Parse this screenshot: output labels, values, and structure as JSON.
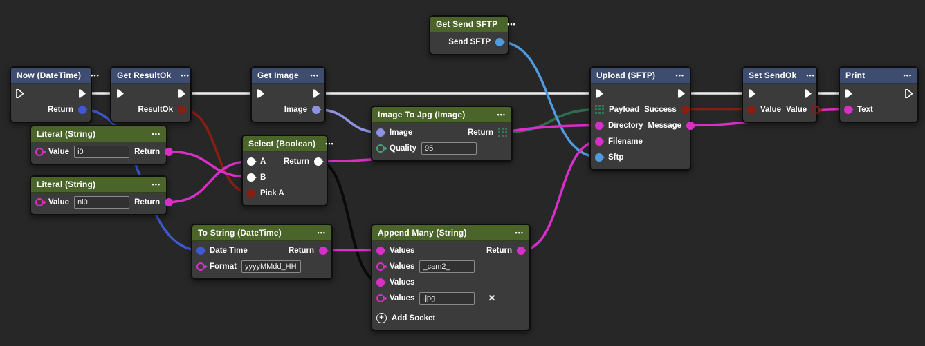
{
  "icons": {
    "menu": "•••",
    "delete": "✕",
    "add": "+"
  },
  "palette": {
    "canvas_bg": "#272727",
    "node_body": "#3b3b3b",
    "header_exec": "#3e4d6f",
    "header_pure": "#4a6429",
    "exec_wire": "#efefef",
    "datetime_blue": "#3f58d4",
    "sftp_sky_blue": "#4f9ce0",
    "image_lavender": "#8f92e2",
    "string_magenta": "#d92fc9",
    "boolean_dark_red": "#8c1d12",
    "object_white": "#ffffff",
    "number_green": "#46a37c",
    "bytes_grid_green": "#2d7a55",
    "object_wire_black": "#0a0a0a"
  },
  "nodes": {
    "now": {
      "title": "Now (DateTime)",
      "outputs": {
        "return": "Return"
      }
    },
    "get_resultok": {
      "title": "Get ResultOk",
      "outputs": {
        "resultok": "ResultOk"
      }
    },
    "get_image": {
      "title": "Get Image",
      "outputs": {
        "image": "Image"
      }
    },
    "get_send_sftp": {
      "title": "Get Send SFTP",
      "outputs": {
        "send_sftp": "Send SFTP"
      }
    },
    "image_to_jpg": {
      "title": "Image To Jpg (Image)",
      "inputs": {
        "image": "Image",
        "quality": "Quality"
      },
      "fields": {
        "quality": "95"
      },
      "outputs": {
        "return": "Return"
      }
    },
    "literal_1": {
      "title": "Literal (String)",
      "inputs": {
        "value": "Value"
      },
      "fields": {
        "value": "i0"
      },
      "outputs": {
        "return": "Return"
      }
    },
    "literal_2": {
      "title": "Literal (String)",
      "inputs": {
        "value": "Value"
      },
      "fields": {
        "value": "ni0"
      },
      "outputs": {
        "return": "Return"
      }
    },
    "select": {
      "title": "Select (Boolean)",
      "inputs": {
        "a": "A",
        "b": "B",
        "pick_a": "Pick A"
      },
      "outputs": {
        "return": "Return"
      }
    },
    "to_string": {
      "title": "To String (DateTime)",
      "inputs": {
        "date_time": "Date Time",
        "format": "Format"
      },
      "fields": {
        "format": "yyyyMMdd_HH"
      },
      "outputs": {
        "return": "Return"
      }
    },
    "append_many": {
      "title": "Append Many (String)",
      "inputs": {
        "values1": "Values",
        "values2": "Values",
        "values3": "Values",
        "values4": "Values"
      },
      "fields": {
        "values2": "_cam2_",
        "values4": ".jpg"
      },
      "outputs": {
        "return": "Return"
      },
      "footer": {
        "add_socket": "Add Socket"
      }
    },
    "upload": {
      "title": "Upload (SFTP)",
      "inputs": {
        "payload": "Payload",
        "directory": "Directory",
        "filename": "Filename",
        "sftp": "Sftp"
      },
      "outputs": {
        "success": "Success",
        "message": "Message"
      }
    },
    "set_sendok": {
      "title": "Set SendOk",
      "inputs": {
        "value_in": "Value"
      },
      "outputs": {
        "value_out": "Value"
      }
    },
    "print": {
      "title": "Print",
      "inputs": {
        "text": "Text"
      }
    }
  },
  "wires": [
    {
      "from": "now.exec_out",
      "to": "get_resultok.exec_in",
      "color": "#efefef",
      "width": 3.5
    },
    {
      "from": "get_resultok.exec_out",
      "to": "get_image.exec_in",
      "color": "#efefef",
      "width": 3.5
    },
    {
      "from": "get_image.exec_out",
      "to": "upload.exec_in",
      "color": "#efefef",
      "width": 3.5
    },
    {
      "from": "upload.exec_out",
      "to": "set_sendok.exec_in",
      "color": "#efefef",
      "width": 3.5
    },
    {
      "from": "set_sendok.exec_out",
      "to": "print.exec_in",
      "color": "#efefef",
      "width": 3.5
    },
    {
      "from": "now.return",
      "to": "to_string.date_time",
      "color": "#3f58d4",
      "width": 3.5
    },
    {
      "from": "get_resultok.resultok",
      "to": "select.pick_a",
      "color": "#8c1d12",
      "width": 3.5
    },
    {
      "from": "get_image.image",
      "to": "image_to_jpg.image",
      "color": "#8f92e2",
      "width": 3.5
    },
    {
      "from": "image_to_jpg.return",
      "to": "upload.payload",
      "color": "#2d6e52",
      "width": 3.5
    },
    {
      "from": "get_send_sftp.send_sftp",
      "to": "upload.sftp",
      "color": "#4f9ce0",
      "width": 3.5
    },
    {
      "from": "select.return",
      "to": "append_many.values3",
      "color": "#0a0a0a",
      "width": 4
    },
    {
      "from": "literal_1.return",
      "to": "select.b",
      "color": "#d92fc9",
      "width": 3.5
    },
    {
      "from": "literal_2.return",
      "to": "select.a",
      "color": "#d92fc9",
      "width": 3.5
    },
    {
      "from": "to_string.return",
      "to": "append_many.values1",
      "color": "#d92fc9",
      "width": 3.5
    },
    {
      "from": "select.return",
      "to": "upload.directory",
      "color": "#d92fc9",
      "width": 3.5
    },
    {
      "from": "append_many.return",
      "to": "upload.filename",
      "color": "#d92fc9",
      "width": 3.5
    },
    {
      "from": "upload.success",
      "to": "set_sendok.value_in",
      "color": "#8c1d12",
      "width": 3.5
    },
    {
      "from": "upload.message",
      "to": "print.text",
      "color": "#d92fc9",
      "width": 3.5
    }
  ]
}
